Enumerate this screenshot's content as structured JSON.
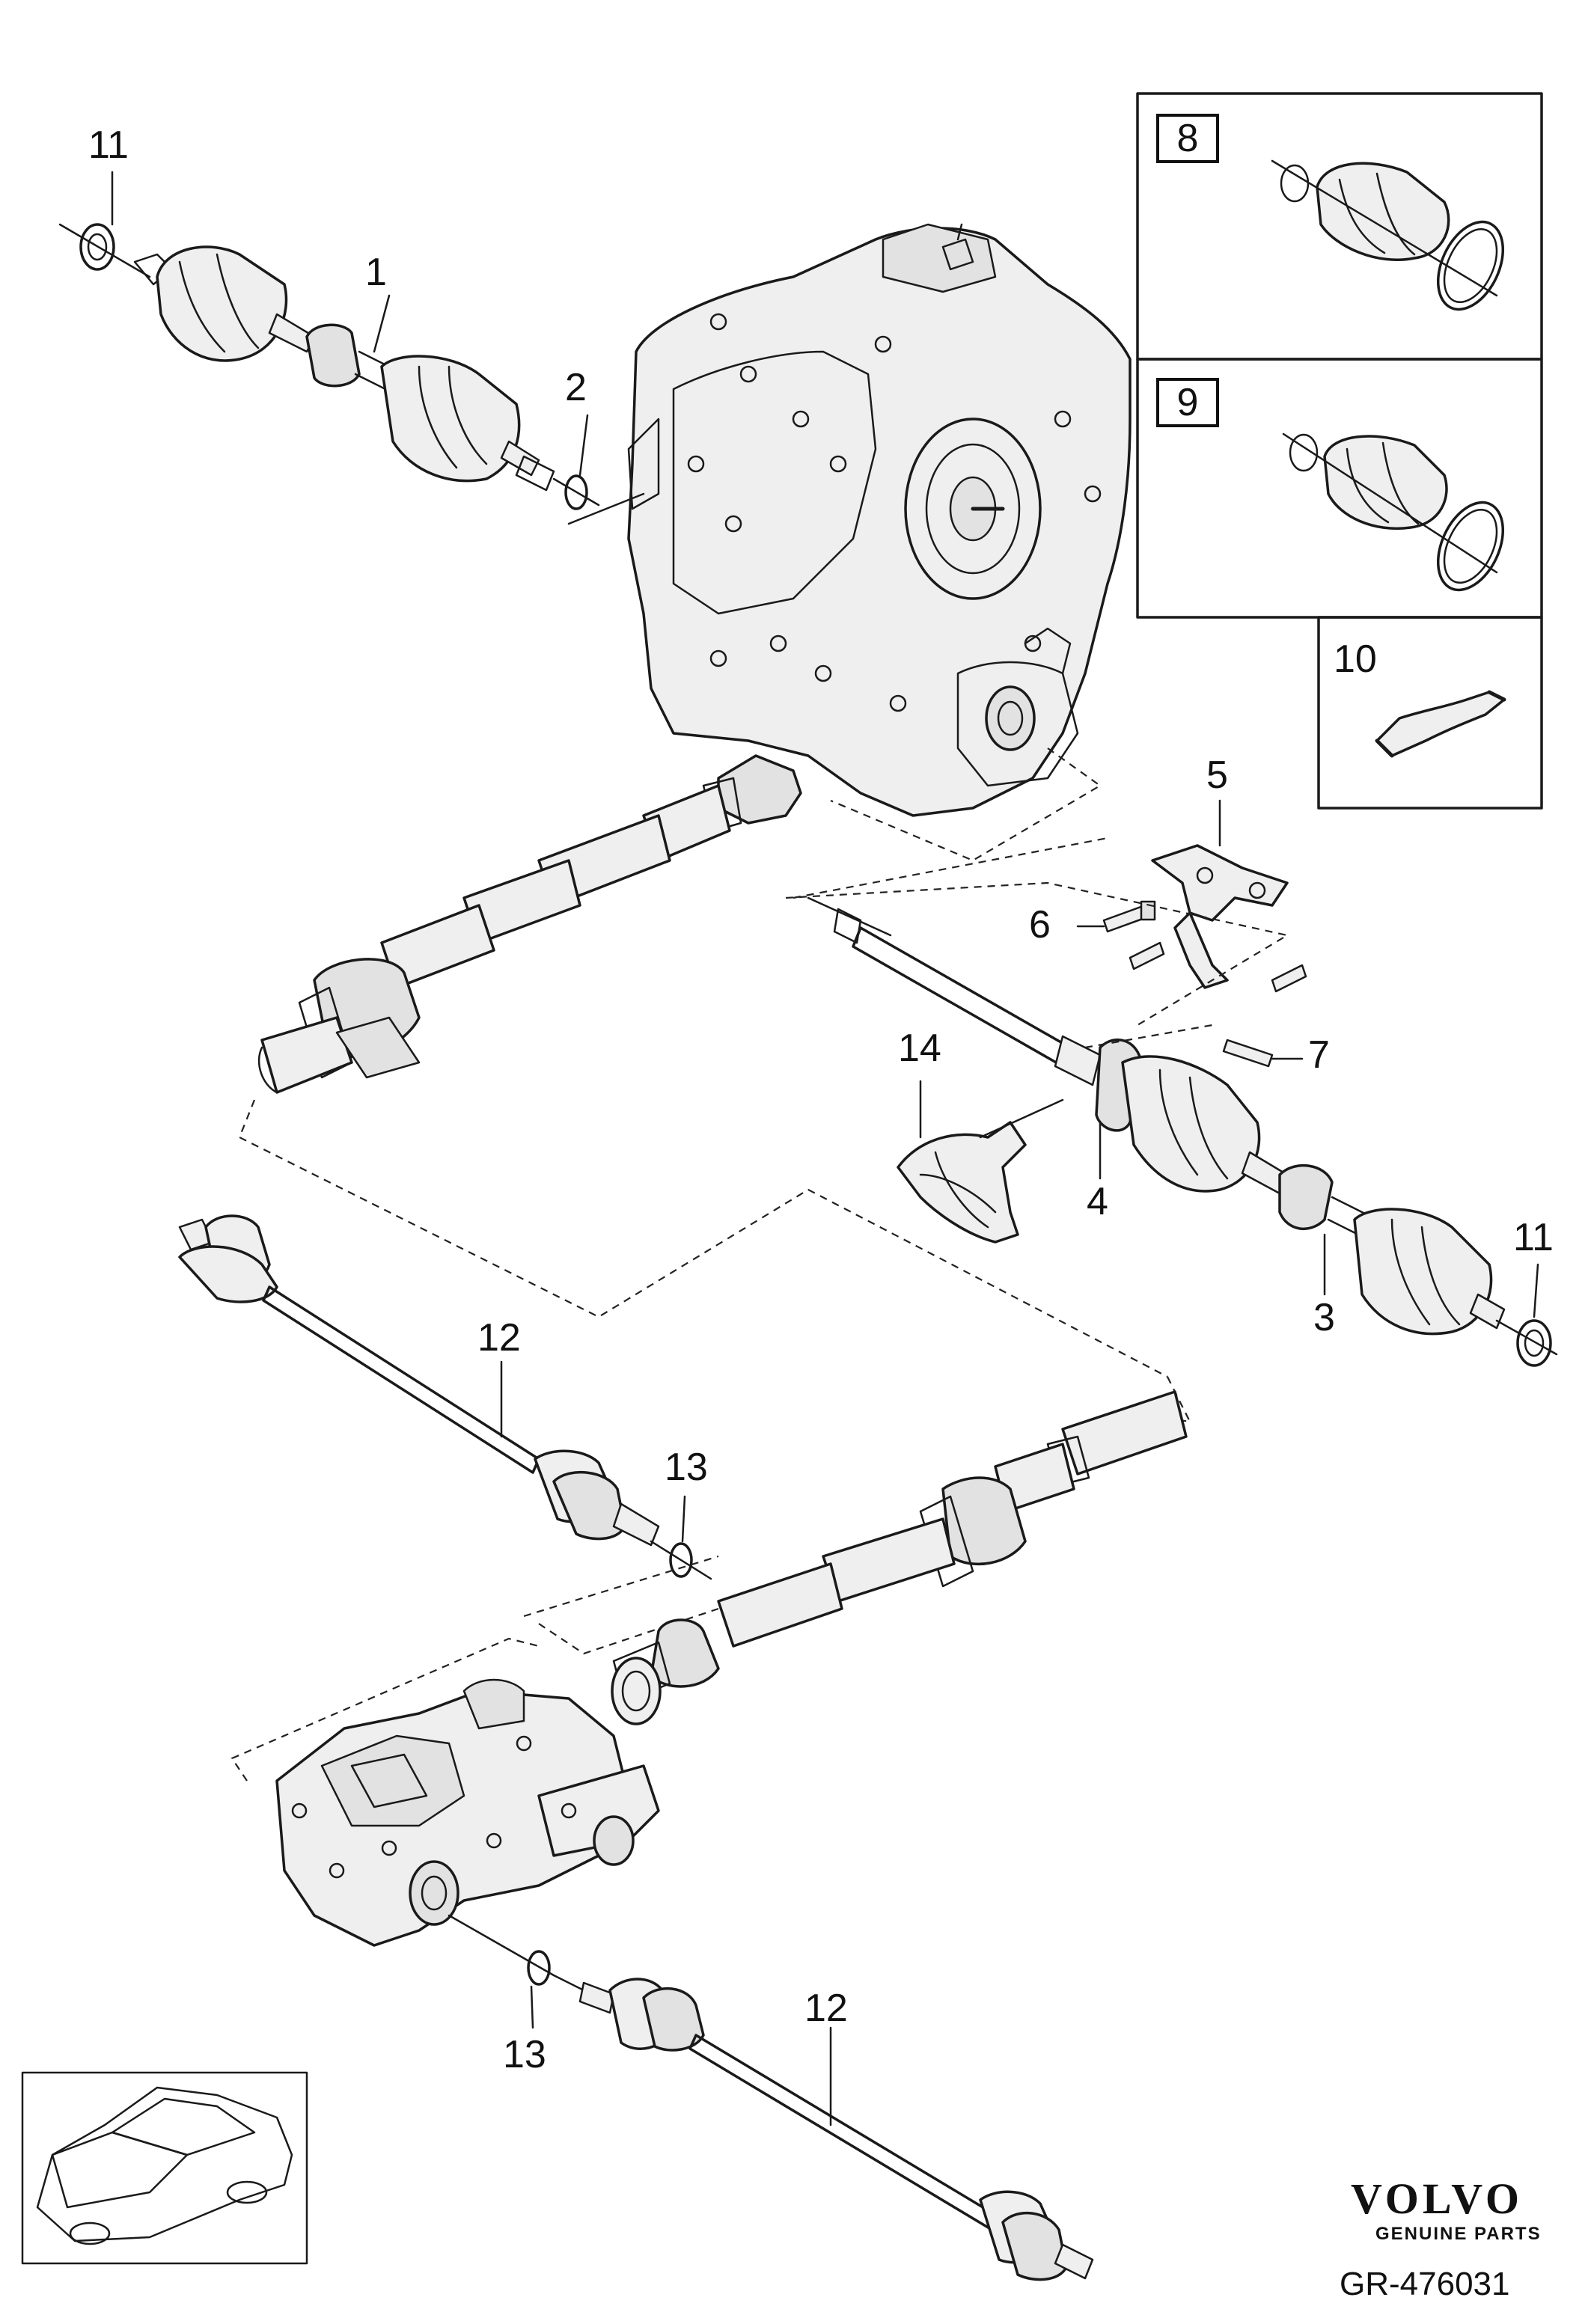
{
  "callouts": [
    {
      "id": "c11a",
      "text": "11"
    },
    {
      "id": "c1",
      "text": "1"
    },
    {
      "id": "c2",
      "text": "2"
    },
    {
      "id": "c5",
      "text": "5"
    },
    {
      "id": "c6",
      "text": "6"
    },
    {
      "id": "c7",
      "text": "7"
    },
    {
      "id": "c14",
      "text": "14"
    },
    {
      "id": "c4",
      "text": "4"
    },
    {
      "id": "c3",
      "text": "3"
    },
    {
      "id": "c11b",
      "text": "11"
    },
    {
      "id": "c12a",
      "text": "12"
    },
    {
      "id": "c13a",
      "text": "13"
    },
    {
      "id": "c13b",
      "text": "13"
    },
    {
      "id": "c12b",
      "text": "12"
    }
  ],
  "kits": {
    "box8": "8",
    "box9": "9",
    "box10": "10"
  },
  "branding": {
    "logo_text": "VOLVO",
    "logo_sub": "GENUINE PARTS",
    "reference": "GR-476031"
  }
}
